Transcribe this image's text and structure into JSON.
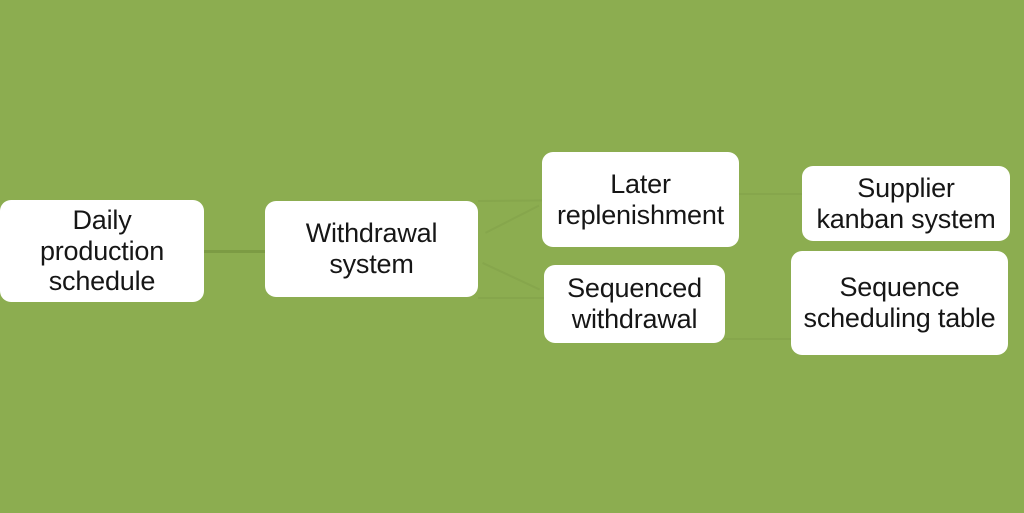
{
  "diagram": {
    "background_color": "#8CAD50",
    "node_fill_color": "#FFFFFF",
    "node_text_color": "#161616",
    "connector_color": "#7C9B44",
    "nodes": [
      {
        "id": "daily",
        "label": "Daily\nproduction\nschedule"
      },
      {
        "id": "withdrawal",
        "label": "Withdrawal\nsystem"
      },
      {
        "id": "later",
        "label": "Later\nreplenishment"
      },
      {
        "id": "sequenced",
        "label": "Sequenced\nwithdrawal"
      },
      {
        "id": "supplier",
        "label": "Supplier\nkanban system"
      },
      {
        "id": "seqtable",
        "label": "Sequence\nscheduling table"
      }
    ],
    "connectors": [
      {
        "from": "daily",
        "to": "withdrawal"
      },
      {
        "from": "withdrawal",
        "to": "later"
      },
      {
        "from": "withdrawal",
        "to": "sequenced"
      },
      {
        "from": "later",
        "to": "supplier"
      },
      {
        "from": "sequenced",
        "to": "seqtable"
      }
    ]
  }
}
